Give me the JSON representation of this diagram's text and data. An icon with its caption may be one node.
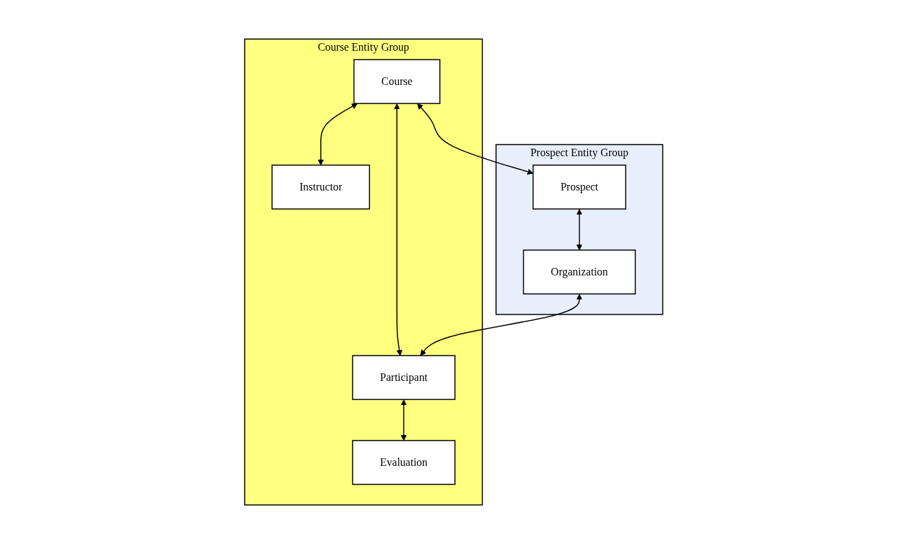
{
  "diagram": {
    "nodes": [
      {
        "text": [
          "Course Entity Group"
        ]
      },
      {
        "text": [
          "Course"
        ],
        "in": 0
      },
      {
        "text": [
          "Instructor"
        ],
        "in": 0
      },
      {
        "text": [
          "Participant"
        ],
        "in": 0
      },
      {
        "text": [
          "Evaluation"
        ],
        "in": 0
      },
      {
        "text": [
          "Prospect Entity Group"
        ]
      },
      {
        "text": [
          "Prospect"
        ],
        "in": 5
      },
      {
        "text": [
          "Organization"
        ],
        "in": 5
      }
    ],
    "edges": [
      {
        "from": 1,
        "to": 2,
        "arrow": "both"
      },
      {
        "from": 1,
        "to": 3,
        "arrow": "both"
      },
      {
        "from": 1,
        "to": 6,
        "arrow": "both"
      },
      {
        "from": 7,
        "to": 3,
        "arrow": "both"
      },
      {
        "from": 3,
        "to": 4,
        "arrow": "both"
      },
      {
        "from": 6,
        "to": 7,
        "arrow": "both"
      }
    ]
  }
}
